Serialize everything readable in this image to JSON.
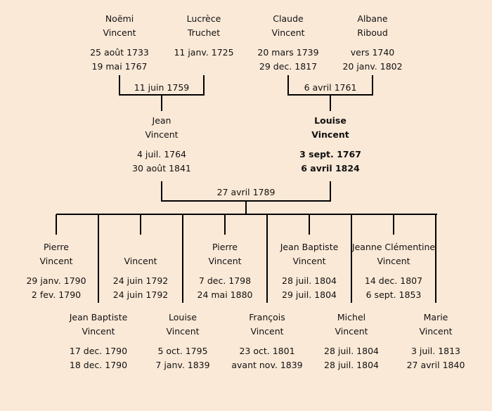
{
  "grandparents": [
    {
      "name1": "Noëmi",
      "name2": "Vincent",
      "birth": "25 août 1733",
      "death": "19 mai 1767"
    },
    {
      "name1": "Lucrèce",
      "name2": "Truchet",
      "birth": "11 janv. 1725",
      "death": ""
    },
    {
      "name1": "Claude",
      "name2": "Vincent",
      "birth": "20 mars 1739",
      "death": "29 dec. 1817"
    },
    {
      "name1": "Albane",
      "name2": "Riboud",
      "birth": "vers 1740",
      "death": "20 janv. 1802"
    }
  ],
  "grandparent_marriages": [
    "11 juin 1759",
    "6 avril 1761"
  ],
  "parents": [
    {
      "name1": "Jean",
      "name2": "Vincent",
      "birth": "4 juil. 1764",
      "death": "30 août 1841"
    },
    {
      "name1": "Louise",
      "name2": "Vincent",
      "birth": "3 sept. 1767",
      "death": "6 avril 1824"
    }
  ],
  "parent_marriage": "27 avril 1789",
  "children": [
    {
      "name1": "Pierre",
      "name2": "Vincent",
      "birth": "29 janv. 1790",
      "death": "2 fev. 1790"
    },
    {
      "name1": "Jean Baptiste",
      "name2": "Vincent",
      "birth": "17 dec. 1790",
      "death": "18 dec. 1790"
    },
    {
      "name1": "",
      "name2": "Vincent",
      "birth": "24 juin 1792",
      "death": "24 juin 1792"
    },
    {
      "name1": "Louise",
      "name2": "Vincent",
      "birth": "5 oct. 1795",
      "death": "7 janv. 1839"
    },
    {
      "name1": "Pierre",
      "name2": "Vincent",
      "birth": "7 dec. 1798",
      "death": "24 mai 1880"
    },
    {
      "name1": "François",
      "name2": "Vincent",
      "birth": "23 oct. 1801",
      "death": "avant nov. 1839"
    },
    {
      "name1": "Jean Baptiste",
      "name2": "Vincent",
      "birth": "28 juil. 1804",
      "death": "29 juil. 1804"
    },
    {
      "name1": "Michel",
      "name2": "Vincent",
      "birth": "28 juil. 1804",
      "death": "28 juil. 1804"
    },
    {
      "name1": "Jeanne Clémentine",
      "name2": "Vincent",
      "birth": "14 dec. 1807",
      "death": "6 sept. 1853"
    },
    {
      "name1": "Marie",
      "name2": "Vincent",
      "birth": "3 juil. 1813",
      "death": "27 avril 1840"
    }
  ]
}
